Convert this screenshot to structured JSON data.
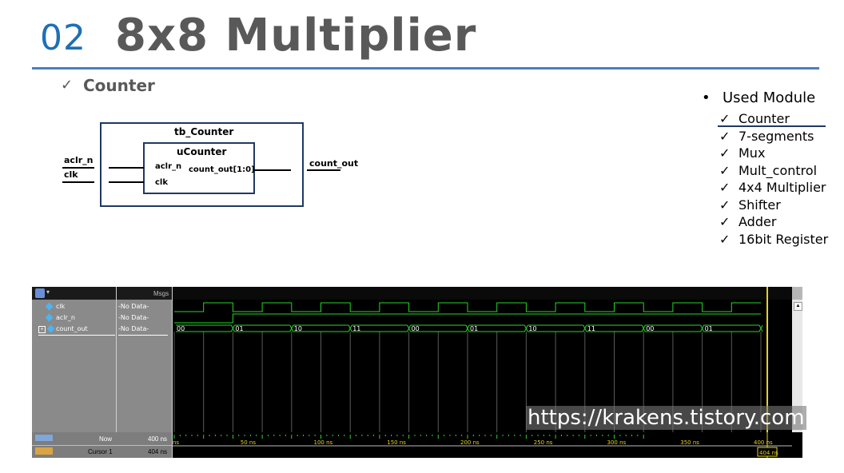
{
  "slide": {
    "number": "02",
    "title": "8x8 Multiplier",
    "section_check": "✓",
    "section_label": "Counter"
  },
  "diagram": {
    "outer_label": "tb_Counter",
    "inner_label": "uCounter",
    "in_port_1": "aclr_n",
    "in_port_2": "clk",
    "inner_in_1": "aclr_n",
    "inner_in_2": "clk",
    "inner_out": "count_out[1:0]",
    "out_port": "count_out"
  },
  "modules": {
    "bullet": "•",
    "title": "Used Module",
    "check": "✓",
    "items": [
      "Counter",
      "7-segments",
      "Mux",
      "Mult_control",
      "4x4 Multiplier",
      "Shifter",
      "Adder",
      "16bit Register"
    ]
  },
  "waveform": {
    "msgs_label": "Msgs",
    "signals": [
      {
        "name": "clk",
        "value": "-No Data-"
      },
      {
        "name": "aclr_n",
        "value": "-No Data-"
      },
      {
        "name": "count_out",
        "value": "-No Data-"
      }
    ],
    "bus_values": [
      "00",
      "01",
      "10",
      "11",
      "00",
      "01",
      "10",
      "11",
      "00",
      "01"
    ],
    "now_label": "Now",
    "now_value": "400 ns",
    "cursor_label": "Cursor 1",
    "cursor_value": "404 ns",
    "time_ticks": [
      "50 ns",
      "100 ns",
      "150 ns",
      "200 ns",
      "250 ns",
      "300 ns",
      "350 ns",
      "400 ns"
    ],
    "cursor_marker": "404 ns",
    "time_start": "ns",
    "colors": {
      "background": "#000000",
      "trace": "#27d627",
      "cursor": "#e6d21e",
      "grid": "#5a5a5a"
    }
  },
  "watermark": "https://krakens.tistory.com"
}
